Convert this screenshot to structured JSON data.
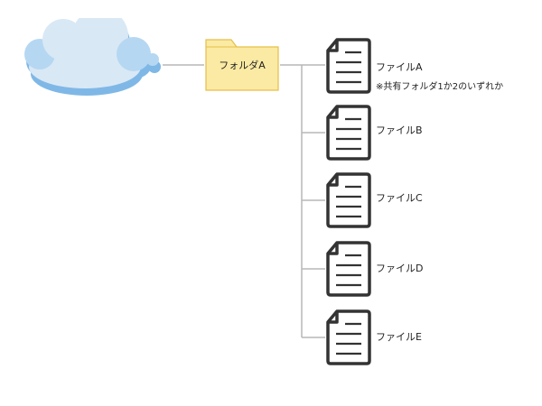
{
  "cloud": {
    "icon": "cloud-icon",
    "colors": {
      "light": "#d9e8f5",
      "mid": "#b5d7f2",
      "shadow": "#7fb8e6"
    }
  },
  "folder": {
    "label": "フォルダA",
    "icon": "folder-icon",
    "fill": "#fbeaa3",
    "stroke": "#e7bf49"
  },
  "files": [
    {
      "name": "ファイルA",
      "note": "※共有フォルダ1か2のいずれか",
      "icon": "document-icon"
    },
    {
      "name": "ファイルB",
      "icon": "document-icon"
    },
    {
      "name": "ファイルC",
      "icon": "document-icon"
    },
    {
      "name": "ファイルD",
      "icon": "document-icon"
    },
    {
      "name": "ファイルE",
      "icon": "document-icon"
    }
  ],
  "colors": {
    "connector": "#b7b7b7",
    "file_stroke": "#333333"
  }
}
